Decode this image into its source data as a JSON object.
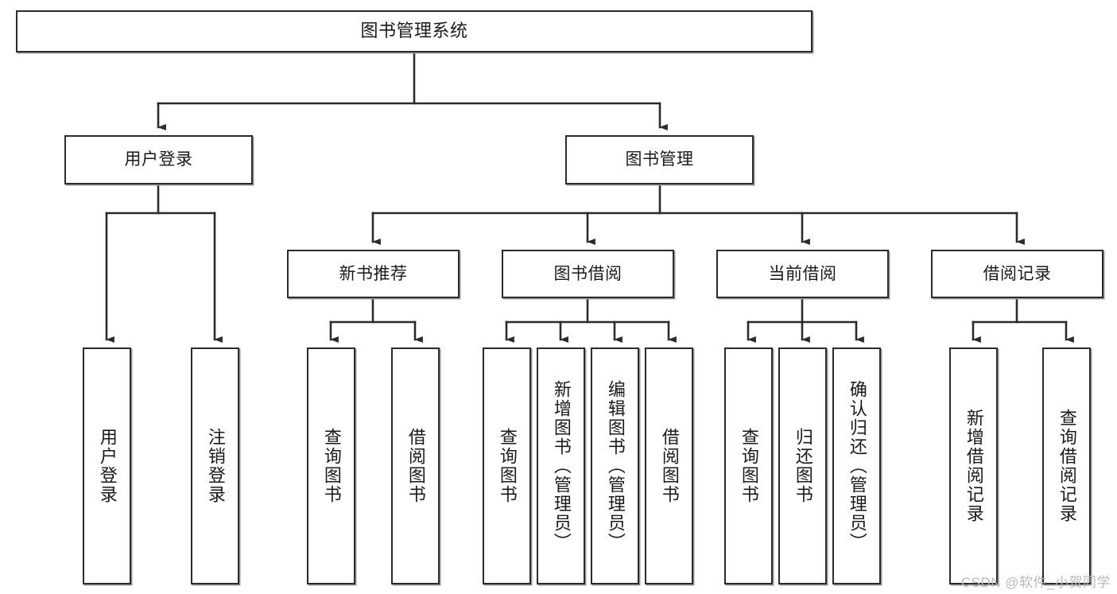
{
  "diagram": {
    "title": "图书管理系统",
    "type": "tree",
    "colors": {
      "box_border": "#2b2b2b",
      "box_fill": "#ffffff",
      "connector": "#2b2b2b",
      "shadow": "#9a9a9a",
      "text": "#1a1a1a",
      "watermark": "#b9b9b9"
    },
    "nodes": {
      "root": {
        "label": "图书管理系统"
      },
      "level2": [
        {
          "id": "user-login",
          "label": "用户登录"
        },
        {
          "id": "book-manage",
          "label": "图书管理"
        }
      ],
      "level3": [
        {
          "id": "new-book-recommend",
          "label": "新书推荐"
        },
        {
          "id": "book-borrow",
          "label": "图书借阅"
        },
        {
          "id": "current-borrow",
          "label": "当前借阅"
        },
        {
          "id": "borrow-record",
          "label": "借阅记录"
        }
      ],
      "leaves": {
        "user-login": [
          {
            "id": "leaf-user-login",
            "label": "用户登录"
          },
          {
            "id": "leaf-logout-login",
            "label": "注销登录"
          }
        ],
        "new-book-recommend": [
          {
            "id": "leaf-query-book-1",
            "label": "查询图书"
          },
          {
            "id": "leaf-borrow-book-1",
            "label": "借阅图书"
          }
        ],
        "book-borrow": [
          {
            "id": "leaf-query-book-2",
            "label": "查询图书"
          },
          {
            "id": "leaf-add-book",
            "label": "新增图书（管理员）"
          },
          {
            "id": "leaf-edit-book",
            "label": "编辑图书（管理员）"
          },
          {
            "id": "leaf-borrow-book-2",
            "label": "借阅图书"
          }
        ],
        "current-borrow": [
          {
            "id": "leaf-query-book-3",
            "label": "查询图书"
          },
          {
            "id": "leaf-return-book",
            "label": "归还图书"
          },
          {
            "id": "leaf-confirm-return",
            "label": "确认归还（管理员）"
          }
        ],
        "borrow-record": [
          {
            "id": "leaf-add-record",
            "label": "新增借阅记录"
          },
          {
            "id": "leaf-query-record",
            "label": "查询借阅记录"
          }
        ]
      }
    },
    "watermark": "CSDN @软件_小贺同学"
  }
}
